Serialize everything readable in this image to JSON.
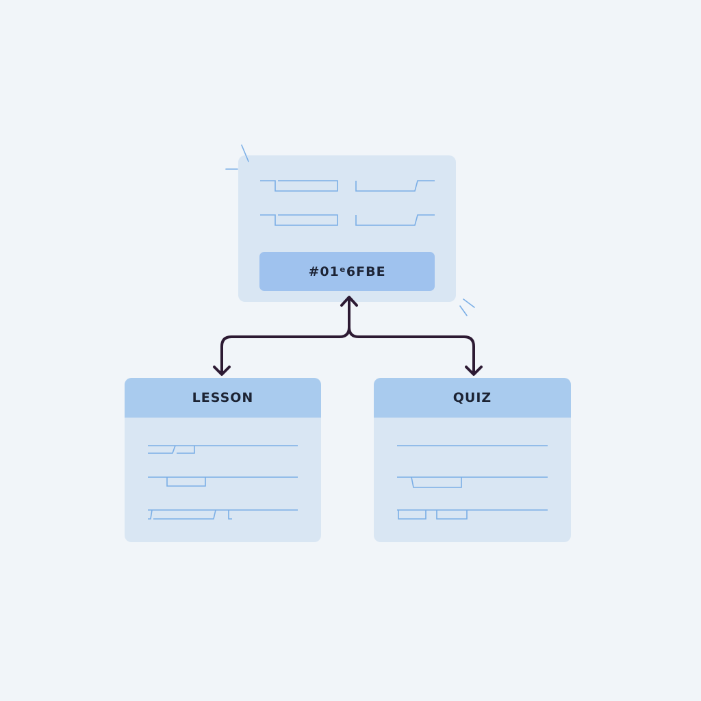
{
  "top_card": {
    "button_label": "#01ᵉ6FBE"
  },
  "lesson_card": {
    "title": "LESSON"
  },
  "quiz_card": {
    "title": "QUIZ"
  },
  "colors": {
    "background": "#f1f5f9",
    "card_body": "#d9e6f3",
    "card_header": "#a9cbee",
    "button": "#9fc2ee",
    "field_lines": "#7aaee6",
    "connector": "#2d1a33",
    "text": "#1c2333"
  },
  "icons": {
    "connector": "bidirectional-branch-arrow",
    "sparkle": "sparkle-marks"
  }
}
